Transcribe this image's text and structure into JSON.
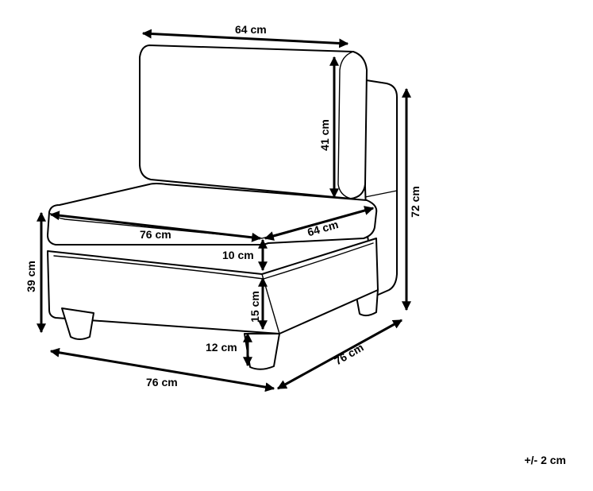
{
  "dimensions": {
    "back_width": "64 cm",
    "back_height": "41 cm",
    "total_height": "72 cm",
    "seat_width": "76 cm",
    "seat_depth": "64 cm",
    "seat_cushion_height": "10 cm",
    "seat_height": "39 cm",
    "base_height": "15 cm",
    "leg_height": "12 cm",
    "overall_width": "76 cm",
    "overall_depth": "76 cm"
  },
  "tolerance": "+/- 2 cm"
}
